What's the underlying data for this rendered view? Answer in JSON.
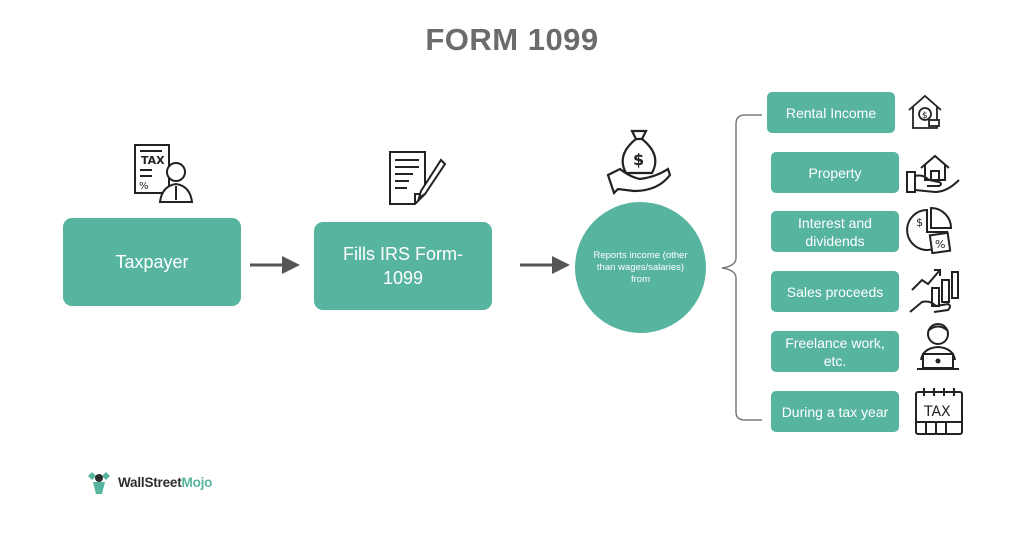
{
  "title": "FORM 1099",
  "flow": {
    "taxpayer": "Taxpayer",
    "fills_form": "Fills IRS Form-1099",
    "reports": "Reports income (other than wages/salaries) from"
  },
  "sources": [
    {
      "label": "Rental Income",
      "icon": "house-money-icon"
    },
    {
      "label": "Property",
      "icon": "hand-house-icon"
    },
    {
      "label": "Interest and dividends",
      "icon": "pie-percent-icon"
    },
    {
      "label": "Sales proceeds",
      "icon": "growth-chart-hand-icon"
    },
    {
      "label": "Freelance work, etc.",
      "icon": "person-laptop-icon"
    },
    {
      "label": "During a tax year",
      "icon": "tax-calendar-icon"
    }
  ],
  "logo": {
    "name_part1": "Wall",
    "name_part2": "Street",
    "name_part3": "Mojo"
  },
  "colors": {
    "box": "#57b49f",
    "title": "#6b6b6b",
    "arrow": "#555555"
  }
}
